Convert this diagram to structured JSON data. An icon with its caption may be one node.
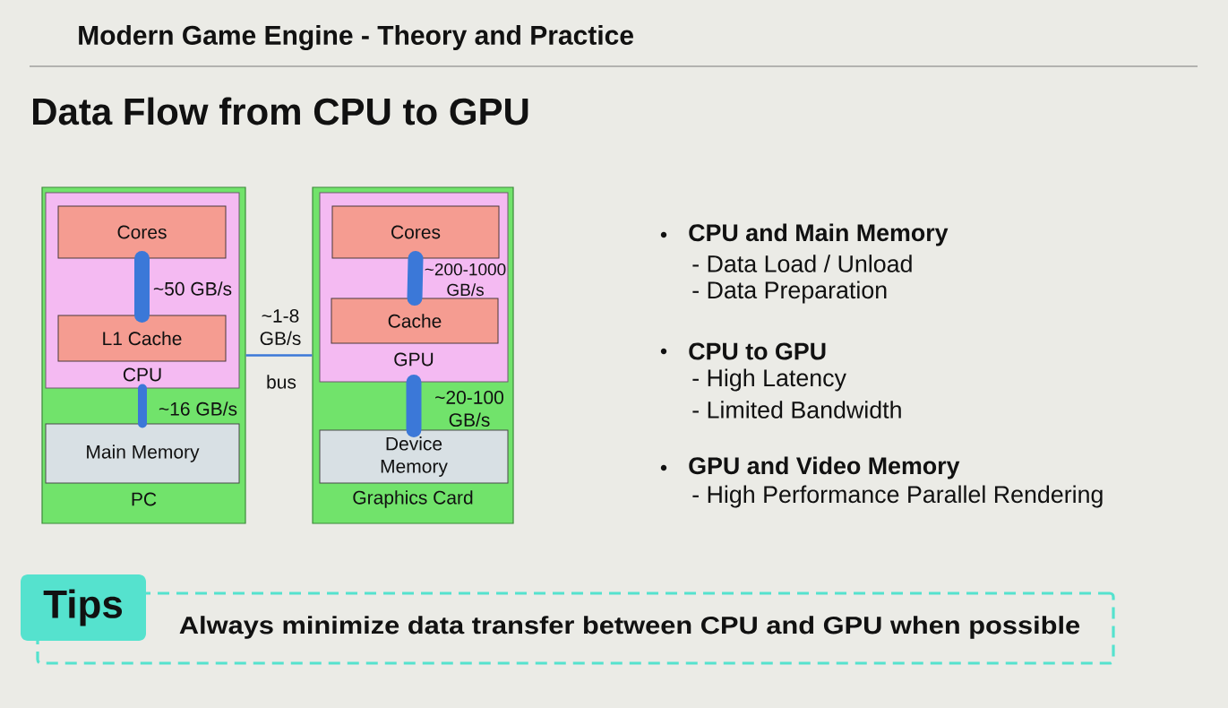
{
  "diagram": {
    "title": "Data Flow from CPU to GPU",
    "nodes": [
      {
        "text": [
          "PC"
        ]
      },
      {
        "text": [
          "CPU"
        ],
        "in": 0
      },
      {
        "text": [
          "Cores"
        ],
        "in": 1
      },
      {
        "text": [
          "L1 Cache"
        ],
        "in": 1
      },
      {
        "text": [
          "Main Memory"
        ],
        "in": 0
      },
      {
        "text": [
          "Graphics Card"
        ]
      },
      {
        "text": [
          "GPU"
        ],
        "in": 5
      },
      {
        "text": [
          "Cores"
        ],
        "in": 6
      },
      {
        "text": [
          "Cache"
        ],
        "in": 6
      },
      {
        "text": [
          "Device Memory"
        ],
        "in": 5
      },
      {
        "text": [
          "Tips"
        ]
      },
      {
        "text": [
          "Always minimize data transfer between CPU and GPU when possible"
        ]
      }
    ],
    "edges": [
      {
        "from": 2,
        "to": 3,
        "arrow": "none",
        "label": "~50 GB/s"
      },
      {
        "from": 1,
        "to": 4,
        "arrow": "none",
        "label": "~16 GB/s"
      },
      {
        "from": 7,
        "to": 8,
        "arrow": "none",
        "label": "~200-1000 GB/s"
      },
      {
        "from": 6,
        "to": 9,
        "arrow": "none",
        "label": "~20-100 GB/s"
      },
      {
        "from": 0,
        "to": 5,
        "arrow": "none",
        "label": "~1-8 GB/s"
      }
    ],
    "labels": [
      "Modern Game Engine - Theory and Practice",
      "bus",
      "CPU and Main Memory",
      "- Data Load / Unload",
      "- Data Preparation",
      "CPU to GPU",
      "- High Latency",
      "- Limited Bandwidth",
      "GPU and Video Memory",
      "- High Performance Parallel Rendering"
    ]
  }
}
